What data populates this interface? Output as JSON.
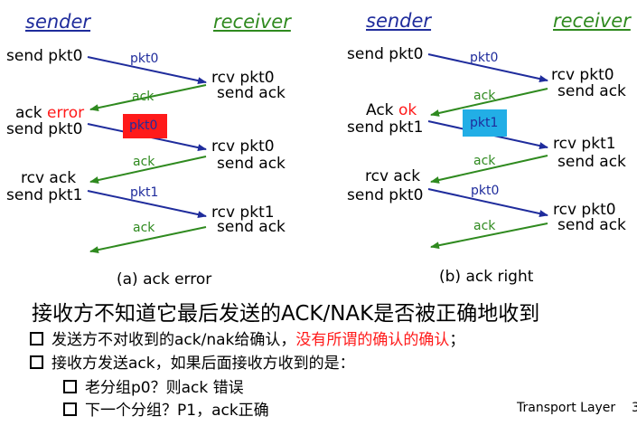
{
  "colors": {
    "blue": "#1f2c9c",
    "green": "#2f8a1f",
    "red": "#ff1a1a",
    "cyan": "#22aee6",
    "header_blue": "#1f2c9c",
    "header_green": "#2f8a1f"
  },
  "left": {
    "sender_header": "sender",
    "receiver_header": "receiver",
    "s1": "send pkt0",
    "r1a": "rcv pkt0",
    "r1b": "send ack",
    "s2a_prefix": "ack ",
    "s2a_word": "error",
    "s2b": "send pkt0",
    "r2a": "rcv pkt0",
    "r2b": "send ack",
    "s3a": "rcv ack",
    "s3b": "send pkt1",
    "r3a": "rcv pkt1",
    "r3b": "send ack",
    "m1": "pkt0",
    "m2": "ack",
    "m3_box": "pkt0",
    "m4": "ack",
    "m5": "pkt1",
    "m6": "ack",
    "caption": "(a) ack error"
  },
  "right": {
    "sender_header": "sender",
    "receiver_header": "receiver",
    "s1": "send pkt0",
    "r1a": "rcv pkt0",
    "r1b": "send ack",
    "s2a_prefix": "Ack ",
    "s2a_word": "ok",
    "s2b": "send pkt1",
    "r2a": "rcv pkt1",
    "r2b": "send ack",
    "s3a": "rcv ack",
    "s3b": "send pkt0",
    "r3a": "rcv pkt0",
    "r3b": "send ack",
    "m1": "pkt0",
    "m2": "ack",
    "m3_box": "pkt1",
    "m4": "ack",
    "m5": "pkt0",
    "m6": "ack",
    "caption": "(b) ack right"
  },
  "text": {
    "title": "接收方不知道它最后发送的ACK/NAK是否被正确地收到",
    "b1_black": "发送方不对收到的ack/nak给确认，",
    "b1_red": "没有所谓的确认的确认",
    "b1_end": "；",
    "b2": "接收方发送ack，如果后面接收方收到的是：",
    "b2_1": "老分组p0？则ack 错误",
    "b2_2": "下一个分组？P1，ack正确",
    "footer": "Transport Layer",
    "footer_page": "3"
  }
}
